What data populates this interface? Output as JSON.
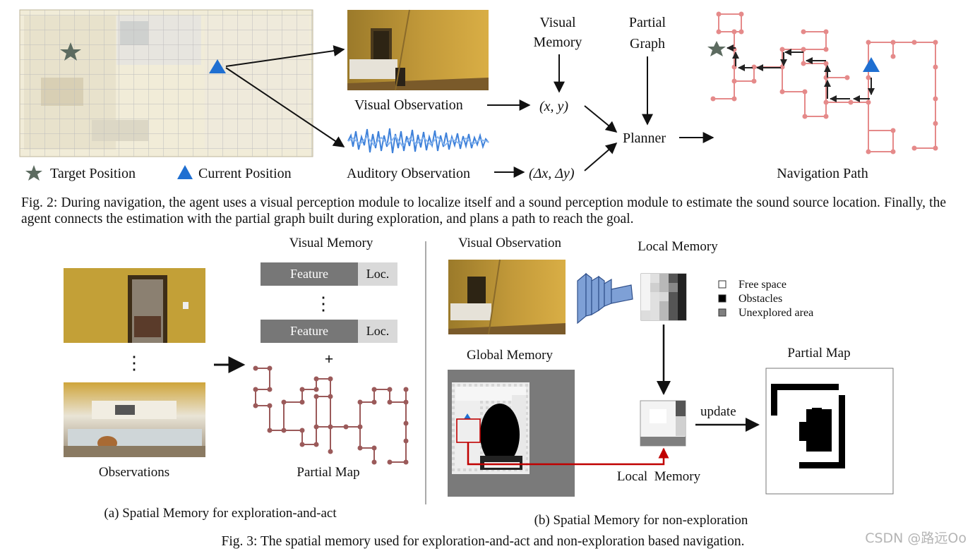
{
  "fig2": {
    "legend_target": "Target Position",
    "legend_current": "Current Position",
    "visual_observation": "Visual Observation",
    "auditory_observation": "Auditory Observation",
    "visual_memory_line1": "Visual",
    "visual_memory_line2": "Memory",
    "partial_graph_line1": "Partial",
    "partial_graph_line2": "Graph",
    "xy": "(x, y)",
    "dxdy": "(Δx, Δy)",
    "planner": "Planner",
    "navigation_path": "Navigation Path",
    "caption": "Fig. 2: During navigation, the agent uses a visual perception module to localize itself and a sound perception module to estimate the sound source location. Finally, the agent connects the estimation with the partial graph built during exploration, and plans a path to reach the goal."
  },
  "fig3a": {
    "visual_memory": "Visual Memory",
    "feature": "Feature",
    "loc": "Loc.",
    "ellipsis": "⋮",
    "plus": "+",
    "observations": "Observations",
    "partial_map": "Partial Map",
    "subcaption": "(a) Spatial Memory for exploration-and-act"
  },
  "fig3b": {
    "visual_observation": "Visual Observation",
    "local_memory_top": "Local Memory",
    "legend_free": "Free space",
    "legend_obstacles": "Obstacles",
    "legend_unexplored": "Unexplored area",
    "global_memory": "Global Memory",
    "partial_map": "Partial Map",
    "update": "update",
    "local_memory_bottom": "Local  Memory",
    "subcaption": "(b) Spatial Memory for non-exploration"
  },
  "fig3_caption": "Fig. 3: The spatial memory used for exploration-and-act and non-exploration based navigation.",
  "watermark": "CSDN @路远Oo",
  "colors": {
    "path_pink": "#e58a8a",
    "path_dark": "#9b5a5a",
    "triangle_blue": "#1f6fd1",
    "star_gray": "#5c6b60",
    "arrow_red": "#c00000",
    "feature_gray": "#777777",
    "loc_gray": "#d9d9d9"
  }
}
